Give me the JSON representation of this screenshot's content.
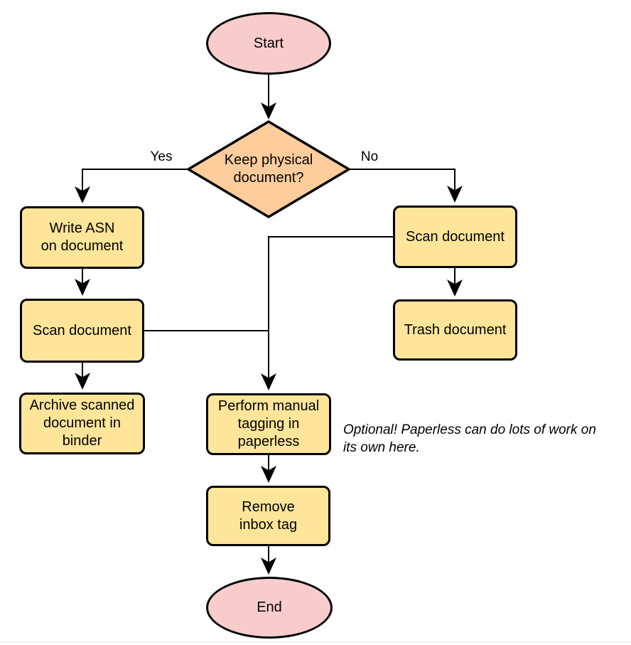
{
  "diagram": {
    "type": "flowchart",
    "nodes": {
      "start": {
        "label": "Start",
        "shape": "ellipse"
      },
      "decision": {
        "label": "Keep physical\ndocument?",
        "shape": "diamond"
      },
      "write_asn": {
        "label": "Write ASN\non document",
        "shape": "process"
      },
      "scan_left": {
        "label": "Scan document",
        "shape": "process"
      },
      "archive": {
        "label": "Archive scanned\ndocument in\nbinder",
        "shape": "process"
      },
      "scan_right": {
        "label": "Scan document",
        "shape": "process"
      },
      "trash": {
        "label": "Trash document",
        "shape": "process"
      },
      "tagging": {
        "label": "Perform manual\ntagging in\npaperless",
        "shape": "process"
      },
      "remove_inbox": {
        "label": "Remove\ninbox tag",
        "shape": "process"
      },
      "end": {
        "label": "End",
        "shape": "ellipse"
      }
    },
    "edge_labels": {
      "yes": "Yes",
      "no": "No"
    },
    "annotation": "Optional! Paperless can do lots of work on\nits own here.",
    "colors": {
      "terminal-fill": "#f9cccc",
      "decision-fill": "#ffcd9c",
      "process-fill": "#ffe599",
      "stroke": "#000000"
    }
  }
}
